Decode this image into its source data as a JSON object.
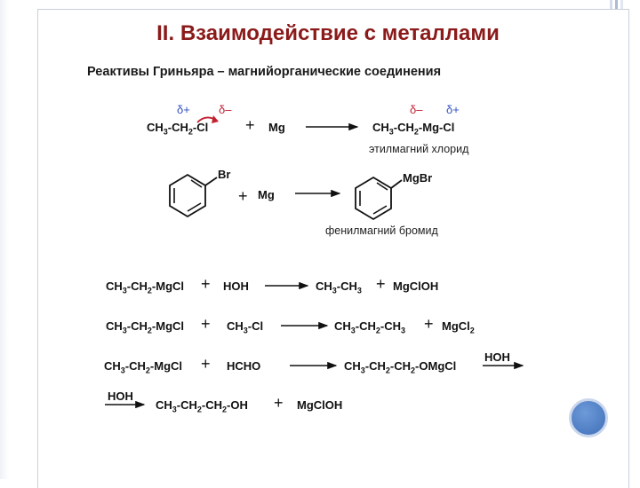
{
  "slide": {
    "title": "II. Взаимодействие с металлами",
    "subtitle": "Реактивы Гриньяра – магнийорганические соединения"
  },
  "reaction1": {
    "delta_plus_1": "δ+",
    "delta_minus_1": "δ–",
    "reactant_a": "CH",
    "reactant_b": "-CH",
    "reactant_c": "-Cl",
    "sub3": "3",
    "sub2": "2",
    "plus": "+",
    "mg": "Mg",
    "delta_minus_2": "δ–",
    "delta_plus_2": "δ+",
    "product": "CH",
    "product_b": "-CH",
    "product_c": "-Mg-Cl",
    "product_name": "этилмагний хлорид"
  },
  "reaction2": {
    "br": "Br",
    "plus": "+",
    "mg": "Mg",
    "mgbr": "MgBr",
    "product_name": "фенилмагний бромид"
  },
  "reaction3": {
    "left": "CH",
    "left_b": "-CH",
    "left_c": "-MgCl",
    "plus1": "+",
    "reagent": "HOH",
    "product": "CH",
    "product_b": "-CH",
    "plus2": "+",
    "byproduct": "MgClOH"
  },
  "reaction4": {
    "left": "CH",
    "left_b": "-CH",
    "left_c": "-MgCl",
    "plus1": "+",
    "reagent": "CH",
    "reagent_b": "-Cl",
    "product": "CH",
    "product_b": "-CH",
    "product_c": "-CH",
    "plus2": "+",
    "byproduct": "MgCl"
  },
  "reaction5": {
    "left": "CH",
    "left_b": "-CH",
    "left_c": "-MgCl",
    "plus1": "+",
    "reagent": "HCHO",
    "product": "CH",
    "product_b": "-CH",
    "product_c": "-CH",
    "product_d": "-OMgCl",
    "over_arrow": "HOH"
  },
  "reaction6": {
    "over_arrow": "HOH",
    "product": "CH",
    "product_b": "-CH",
    "product_c": "-CH",
    "product_d": "-OH",
    "plus": "+",
    "byproduct": "MgClOH"
  },
  "subscripts": {
    "three": "3",
    "two": "2"
  },
  "colors": {
    "title": "#8b1a1a",
    "delta_plus": "#3050c0",
    "delta_minus": "#c02030",
    "accent_circle": "#4a78c0"
  }
}
